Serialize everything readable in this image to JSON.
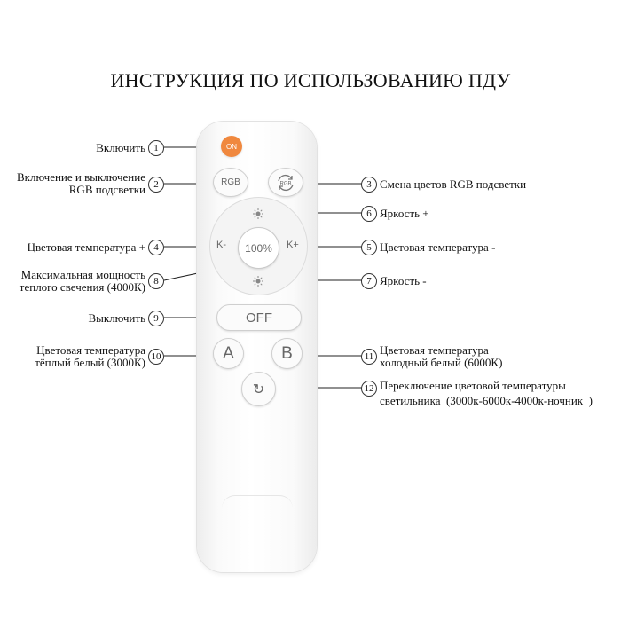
{
  "title": "ИНСТРУКЦИЯ ПО ИСПОЛЬЗОВАНИЮ ПДУ",
  "remote": {
    "on_label": "ON",
    "rgb_label": "RGB",
    "rgb_cycle_label": "RGB",
    "center_label": "100%",
    "k_minus_label": "K-",
    "k_plus_label": "K+",
    "off_label": "OFF",
    "a_label": "A",
    "b_label": "B",
    "cycle_icon": "↻"
  },
  "callouts": [
    {
      "num": "1",
      "lines": [
        "Включить"
      ]
    },
    {
      "num": "2",
      "lines": [
        "Включение и выключение",
        "RGB подсветки"
      ]
    },
    {
      "num": "3",
      "lines": [
        "Смена цветов RGB подсветки"
      ]
    },
    {
      "num": "4",
      "lines": [
        "Цветовая температура +"
      ]
    },
    {
      "num": "5",
      "lines": [
        "Цветовая температура -"
      ]
    },
    {
      "num": "6",
      "lines": [
        "Яркость +"
      ]
    },
    {
      "num": "7",
      "lines": [
        "Яркость -"
      ]
    },
    {
      "num": "8",
      "lines": [
        "Максимальная мощность",
        "теплого свечения (4000К)"
      ]
    },
    {
      "num": "9",
      "lines": [
        "Выключить"
      ]
    },
    {
      "num": "10",
      "lines": [
        "Цветовая температура",
        "тёплый белый (3000К)"
      ]
    },
    {
      "num": "11",
      "lines": [
        "Цветовая температура",
        "холодный белый (6000К)"
      ]
    },
    {
      "num": "12",
      "lines": [
        "Переключение цветовой температуры",
        "светильника  (3000к-6000к-4000к-ночник  )"
      ]
    }
  ],
  "colors": {
    "on_button": "#f0883e"
  }
}
